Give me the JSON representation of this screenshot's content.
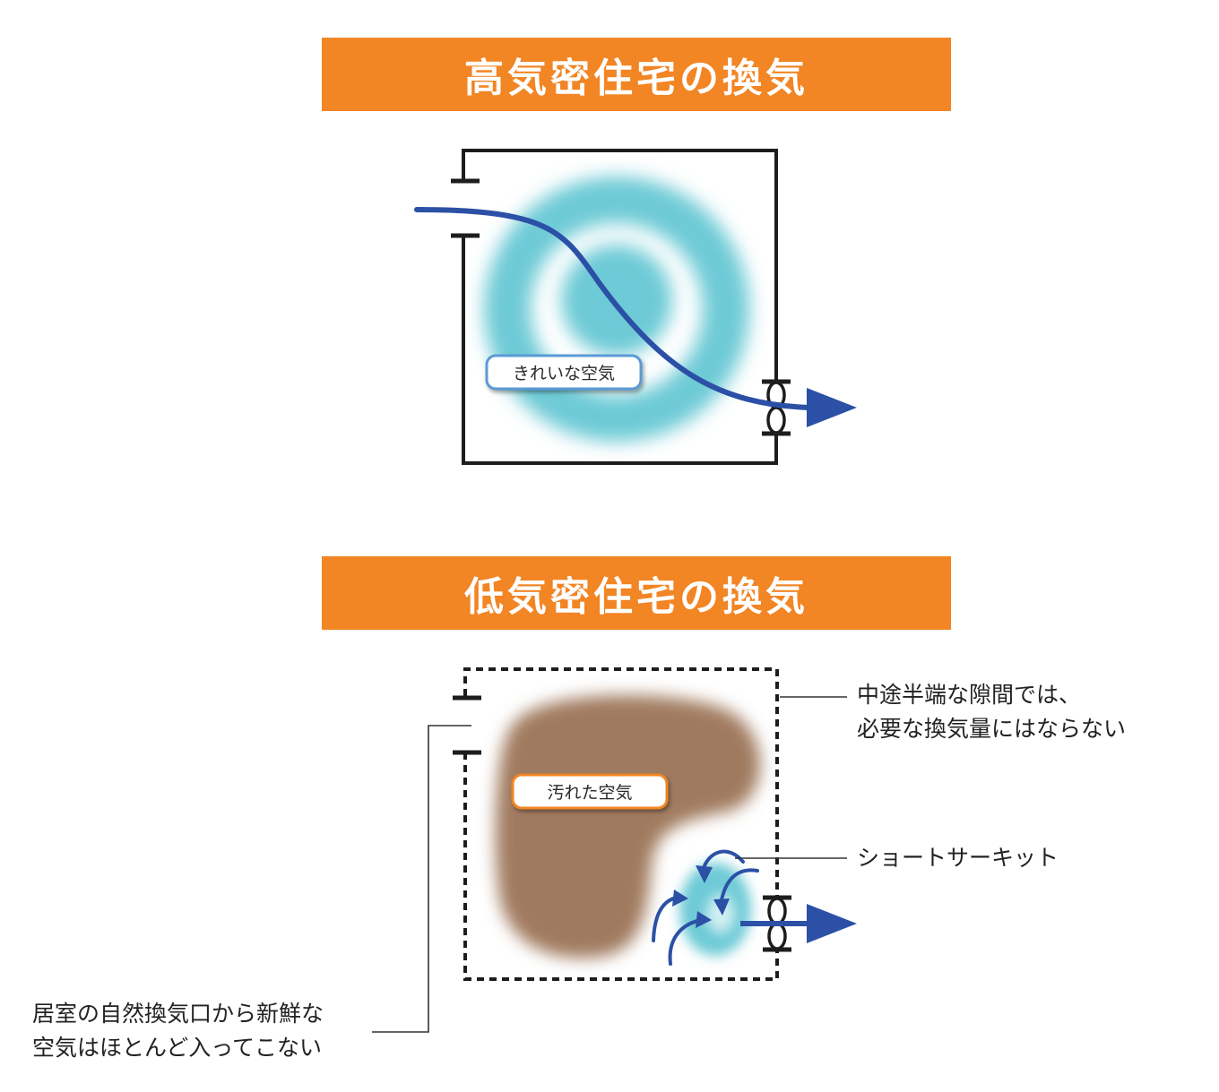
{
  "high": {
    "title": "高気密住宅の換気",
    "air_label": "きれいな空気"
  },
  "low": {
    "title": "低気密住宅の換気",
    "air_label": "汚れた空気",
    "annotations": {
      "gap_line1": "中途半端な隙間では、",
      "gap_line2": "必要な換気量にはならない",
      "short_circuit": "ショートサーキット",
      "inlet_line1": "居室の自然換気口から新鮮な",
      "inlet_line2": "空気はほとんど入ってこない"
    }
  },
  "colors": {
    "banner": "#f28524",
    "clean_air": "#6dcad6",
    "dirty_air": "#a07a5e",
    "airflow": "#2b50a6",
    "clean_label_border": "#5a9ad6",
    "dirty_label_border": "#f28524"
  }
}
